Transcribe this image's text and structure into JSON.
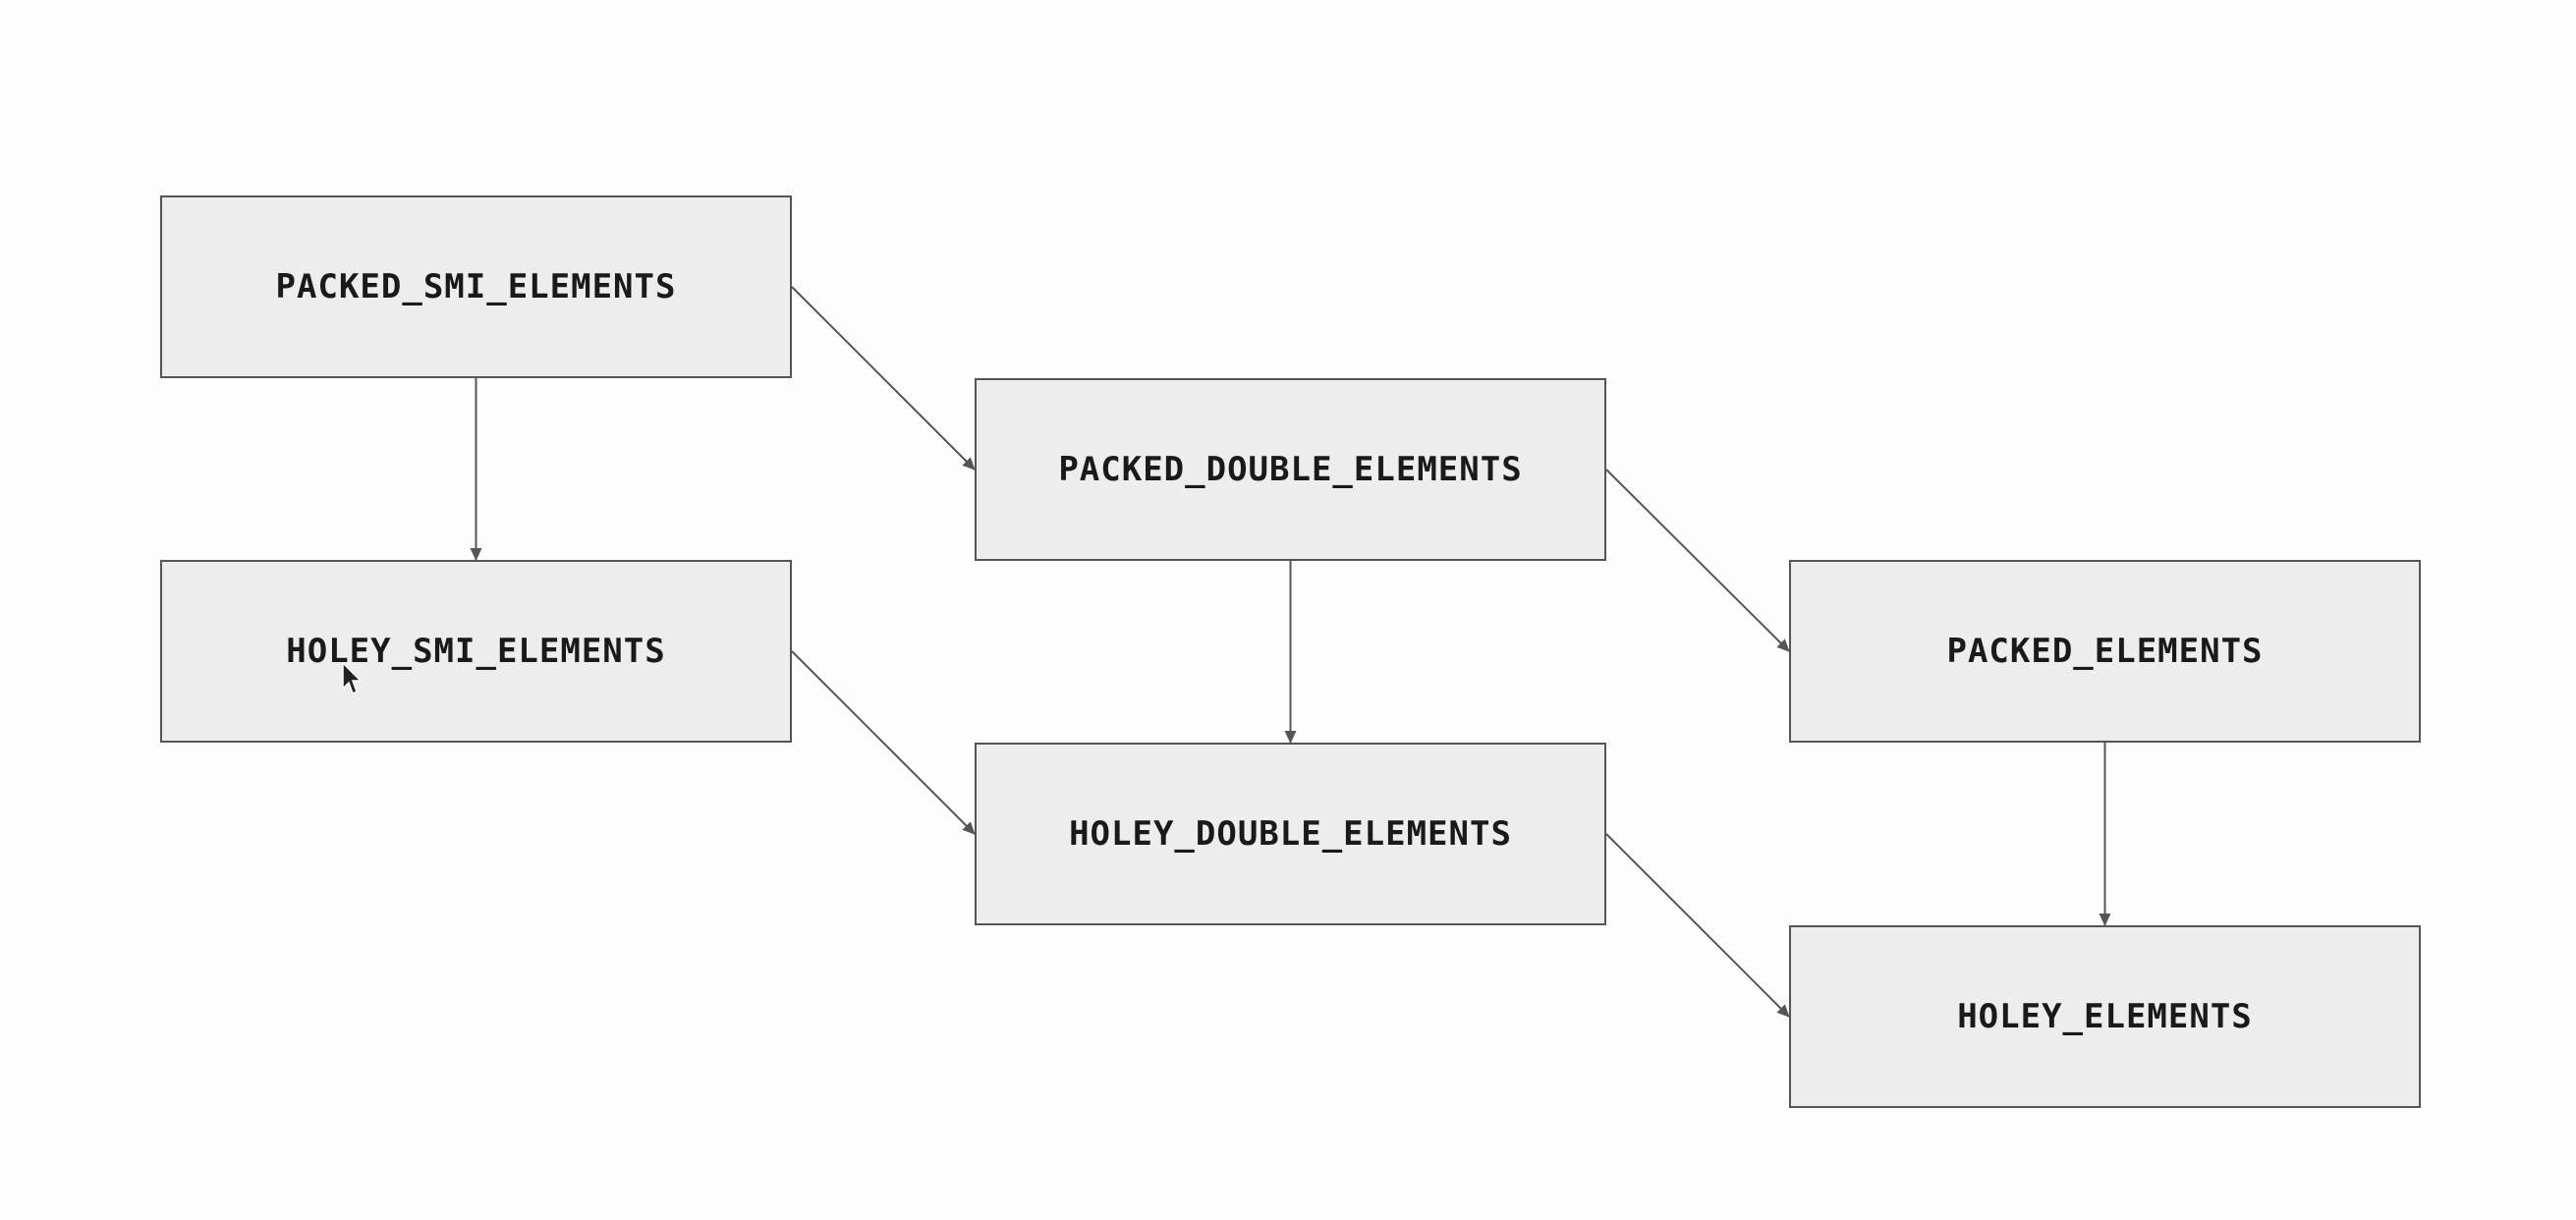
{
  "nodes": {
    "packed_smi": "PACKED_SMI_ELEMENTS",
    "holey_smi": "HOLEY_SMI_ELEMENTS",
    "packed_double": "PACKED_DOUBLE_ELEMENTS",
    "holey_double": "HOLEY_DOUBLE_ELEMENTS",
    "packed": "PACKED_ELEMENTS",
    "holey": "HOLEY_ELEMENTS"
  },
  "edges": [
    {
      "from": "PACKED_SMI_ELEMENTS",
      "to": "HOLEY_SMI_ELEMENTS"
    },
    {
      "from": "PACKED_SMI_ELEMENTS",
      "to": "PACKED_DOUBLE_ELEMENTS"
    },
    {
      "from": "HOLEY_SMI_ELEMENTS",
      "to": "HOLEY_DOUBLE_ELEMENTS"
    },
    {
      "from": "PACKED_DOUBLE_ELEMENTS",
      "to": "HOLEY_DOUBLE_ELEMENTS"
    },
    {
      "from": "PACKED_DOUBLE_ELEMENTS",
      "to": "PACKED_ELEMENTS"
    },
    {
      "from": "HOLEY_DOUBLE_ELEMENTS",
      "to": "HOLEY_ELEMENTS"
    },
    {
      "from": "PACKED_ELEMENTS",
      "to": "HOLEY_ELEMENTS"
    }
  ],
  "colors": {
    "background": "#fdfdfd",
    "node_fill": "#ededed",
    "node_border": "#555555",
    "arrow": "#555555",
    "text": "#1a1a1a"
  }
}
